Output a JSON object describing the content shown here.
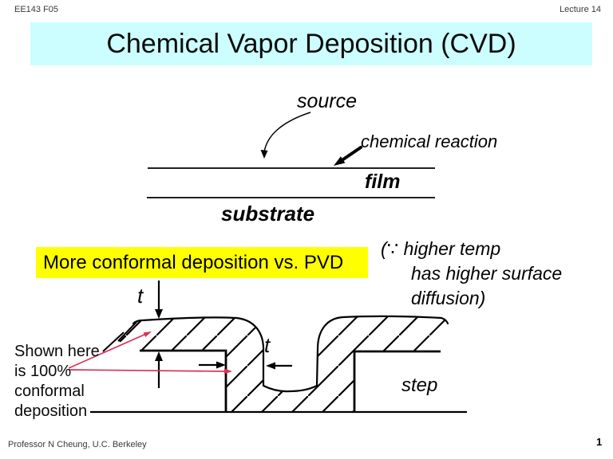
{
  "header": {
    "course": "EE143 F05",
    "lecture": "Lecture 14"
  },
  "title": "Chemical Vapor Deposition (CVD)",
  "top_diagram": {
    "source_label": "source",
    "reaction_label": "chemical reaction",
    "film_label": "film",
    "substrate_label": "substrate"
  },
  "banner": {
    "text": "More conformal deposition vs. PVD"
  },
  "because_note": {
    "lines": [
      "(∵ higher temp",
      "has higher surface",
      "diffusion)"
    ]
  },
  "step_diagram": {
    "thickness_label_top": "t",
    "thickness_label_side": "t",
    "step_label": "step"
  },
  "conformal_note": {
    "lines": [
      "Shown here",
      "is 100%",
      "conformal",
      "deposition"
    ]
  },
  "footer": {
    "credit": "Professor N Cheung, U.C. Berkeley",
    "page": "1"
  },
  "colors": {
    "title_bg": "#ccfeff",
    "highlight_yellow": "#ffff00",
    "annotation_red": "#d63358",
    "ink": "#000000"
  }
}
